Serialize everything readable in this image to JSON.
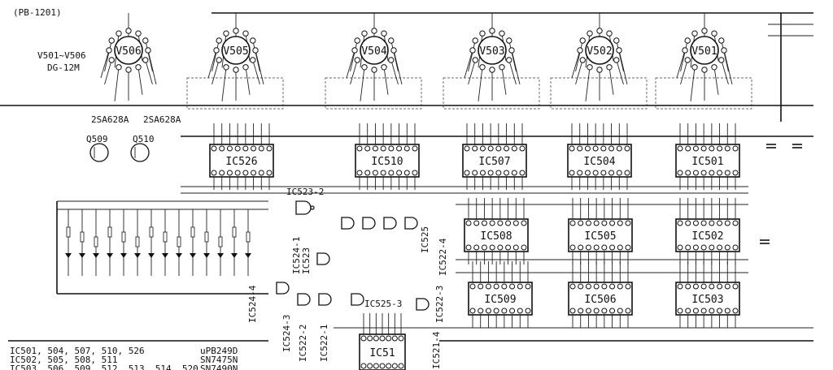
{
  "header_ref": "(PB-1201)",
  "tube_note": {
    "range": "V501~V506",
    "type": "DG-12M"
  },
  "transistors": [
    "2SA628A",
    "2SA628A"
  ],
  "tubes": [
    "V506",
    "V505",
    "V504",
    "V503",
    "V502",
    "V501"
  ],
  "upper_ics": [
    "IC526",
    "IC510",
    "IC507",
    "IC504",
    "IC501"
  ],
  "middle_ics": [
    "IC508",
    "IC505",
    "IC502"
  ],
  "lower_ics": [
    "IC509",
    "IC506",
    "IC503"
  ],
  "bottom_ic": "IC51",
  "gate_labels": [
    "IC523-2",
    "IC525",
    "IC524-1",
    "IC523",
    "IC522-4",
    "IC522-3",
    "IC522-2",
    "IC522-1",
    "IC524-3",
    "IC521-4",
    "IC525-3",
    "IC524-4"
  ],
  "transistor_refs": [
    "Q509",
    "Q510"
  ],
  "legend": [
    "IC501, 504, 507, 510, 526",
    "uPB249D",
    "IC502, 505, 508, 511",
    "SN7475N",
    "IC503, 506, 509, 512, 513, 514, 520",
    "SN7490N"
  ],
  "colors": {
    "ink": "#111111",
    "paper": "#ffffff"
  }
}
